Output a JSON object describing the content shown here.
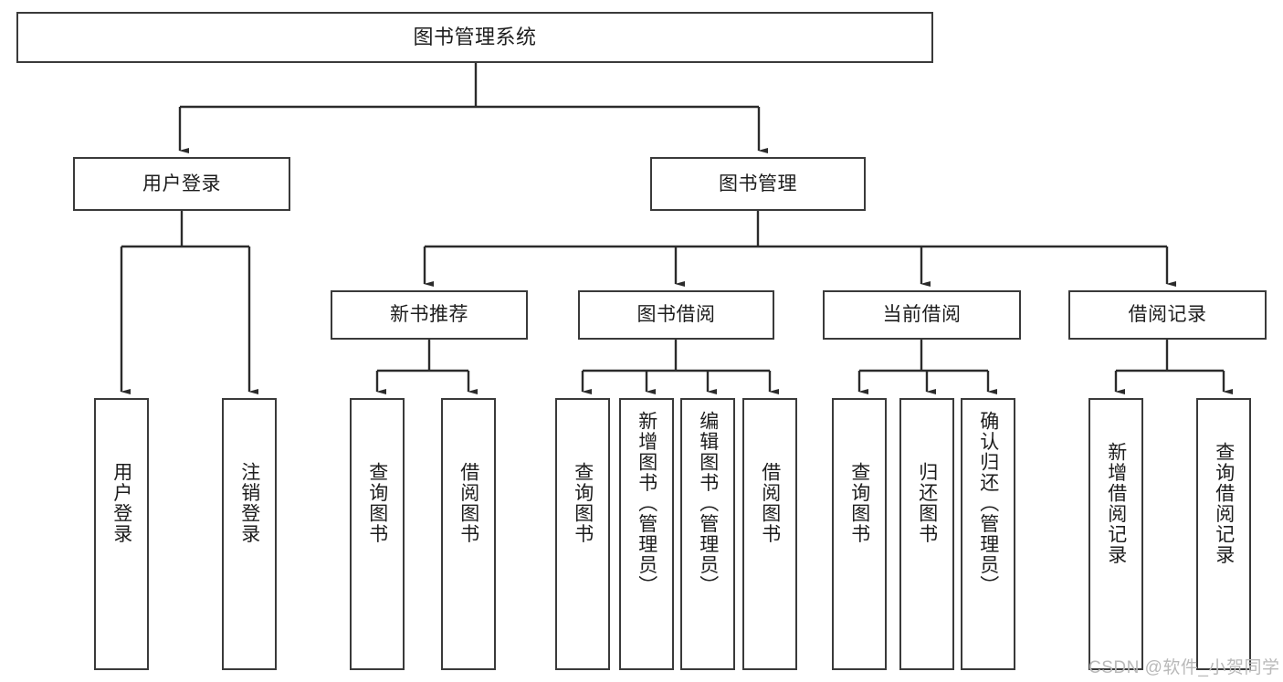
{
  "diagram": {
    "title": "图书管理系统",
    "type": "functional-structure-tree",
    "watermark": "CSDN @软件_小贺同学",
    "colors": {
      "box_border": "#3a3a3a",
      "box_fill": "#ffffff",
      "edge": "#2b2b2b",
      "text": "#1d1d1d",
      "watermark": "#b9b9b9"
    }
  },
  "nodes": {
    "root": {
      "label": "图书管理系统"
    },
    "level2": [
      {
        "label": "用户登录"
      },
      {
        "label": "图书管理"
      }
    ],
    "level3": [
      {
        "label": "新书推荐"
      },
      {
        "label": "图书借阅"
      },
      {
        "label": "当前借阅"
      },
      {
        "label": "借阅记录"
      }
    ],
    "leaves": {
      "user_login": [
        {
          "label": "用户登录"
        },
        {
          "label": "注销登录"
        }
      ],
      "new_book_recommend": [
        {
          "label": "查询图书"
        },
        {
          "label": "借阅图书"
        }
      ],
      "book_borrow": [
        {
          "label": "查询图书"
        },
        {
          "label": "新增图书（管理员）"
        },
        {
          "label": "编辑图书（管理员）"
        },
        {
          "label": "借阅图书"
        }
      ],
      "current_borrow": [
        {
          "label": "查询图书"
        },
        {
          "label": "归还图书"
        },
        {
          "label": "确认归还（管理员）"
        }
      ],
      "borrow_record": [
        {
          "label": "新增借阅记录"
        },
        {
          "label": "查询借阅记录"
        }
      ]
    }
  }
}
